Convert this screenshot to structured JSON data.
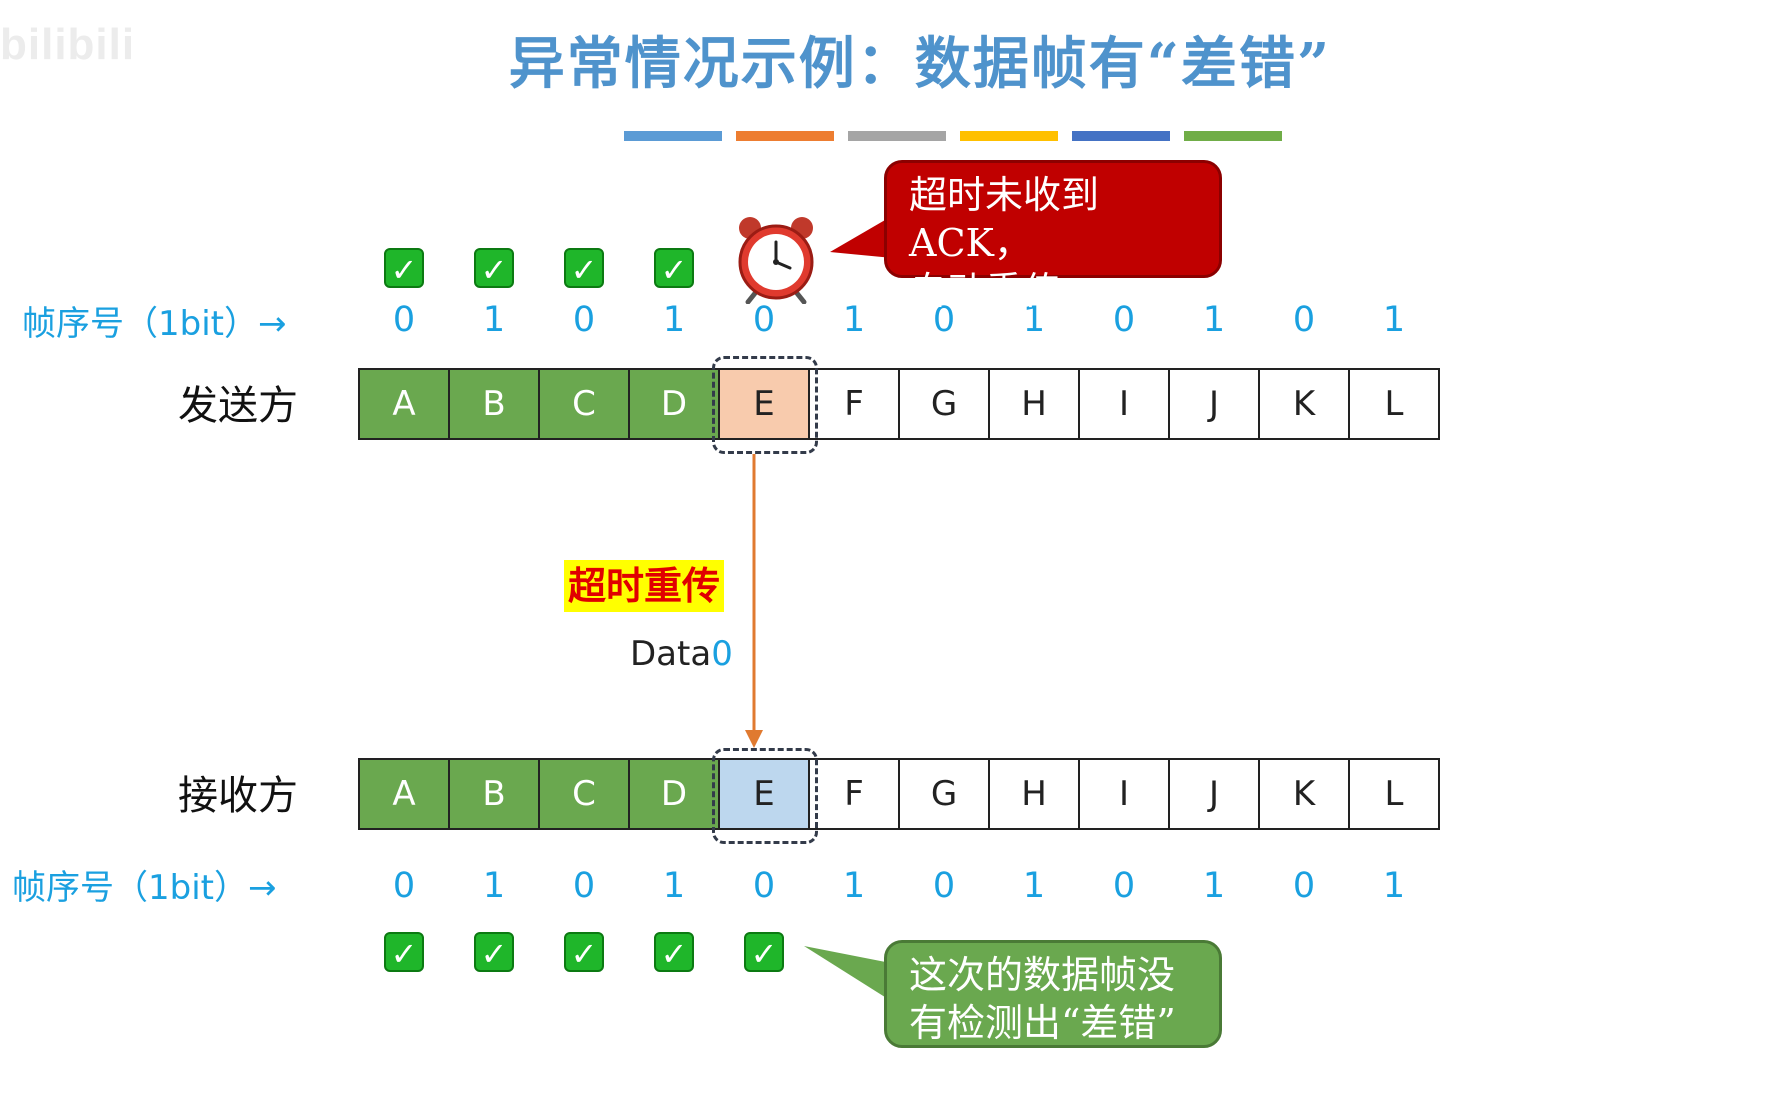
{
  "watermark": "bilibili",
  "title": "异常情况示例：数据帧有“差错”",
  "title_bar_colors": [
    "#5b9bd5",
    "#ed7d31",
    "#a5a5a5",
    "#ffc000",
    "#4472c4",
    "#70ad47"
  ],
  "seq_label": "帧序号（1bit）→",
  "seq_numbers": [
    "0",
    "1",
    "0",
    "1",
    "0",
    "1",
    "0",
    "1",
    "0",
    "1",
    "0",
    "1"
  ],
  "sender": {
    "label": "发送方",
    "frames": [
      "A",
      "B",
      "C",
      "D",
      "E",
      "F",
      "G",
      "H",
      "I",
      "J",
      "K",
      "L"
    ],
    "acked_count": 4,
    "current_index": 4
  },
  "receiver": {
    "label": "接收方",
    "frames": [
      "A",
      "B",
      "C",
      "D",
      "E",
      "F",
      "G",
      "H",
      "I",
      "J",
      "K",
      "L"
    ],
    "acked_count": 4,
    "current_index": 4
  },
  "sender_checks": 4,
  "receiver_checks": 5,
  "check_glyph": "✓",
  "clock_icon": "alarm-clock-icon",
  "callout_timeout": {
    "line1": "超时未收到 ACK，",
    "line2": "自动重传"
  },
  "retransmit_label": "超时重传",
  "data_label": {
    "text": "Data",
    "seq": "0"
  },
  "callout_undetected": {
    "line1": "这次的数据帧没",
    "line2": "有检测出“差错”"
  },
  "colors": {
    "title": "#4f93cc",
    "seq": "#1aa0e0",
    "acked": "#6aa84f",
    "current_tx": "#f8cbad",
    "current_rx": "#bdd7ee",
    "arrow": "#e07a30",
    "callout_red": "#c00000",
    "callout_green": "#6aa84f"
  }
}
